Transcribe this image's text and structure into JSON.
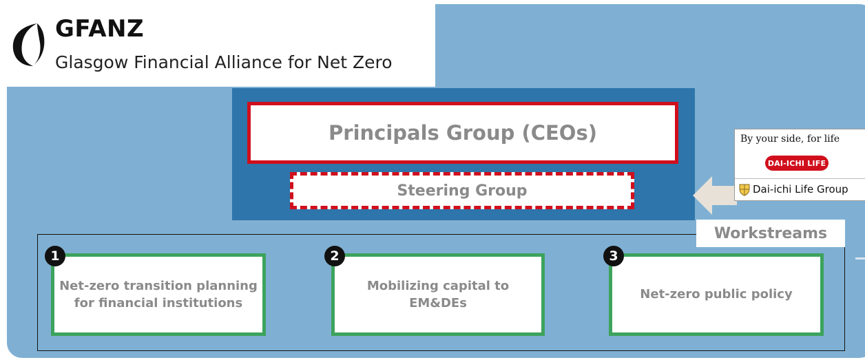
{
  "logo": {
    "title": "GFANZ",
    "subtitle": "Glasgow Financial Alliance for Net Zero",
    "mark": "gfanz-parenthesis-mark"
  },
  "governance": {
    "principals_label": "Principals Group (CEOs)",
    "steering_label": "Steering Group"
  },
  "dai_ichi": {
    "tagline": "By your side, for life",
    "badge": "DAI-ICHI LIFE",
    "group_name": "Dai-ichi Life Group"
  },
  "workstreams": {
    "label": "Workstreams",
    "items": [
      {
        "number": "1",
        "title": "Net-zero transition planning for financial institutions"
      },
      {
        "number": "2",
        "title": "Mobilizing capital to EM&DEs"
      },
      {
        "number": "3",
        "title": "Net-zero public policy"
      }
    ]
  },
  "colors": {
    "background_blue": "#7fb0d3",
    "governance_blue": "#2e75ab",
    "principals_border": "#d10f1c",
    "workstream_border": "#3da35d",
    "label_gray": "#8a8a8a"
  }
}
